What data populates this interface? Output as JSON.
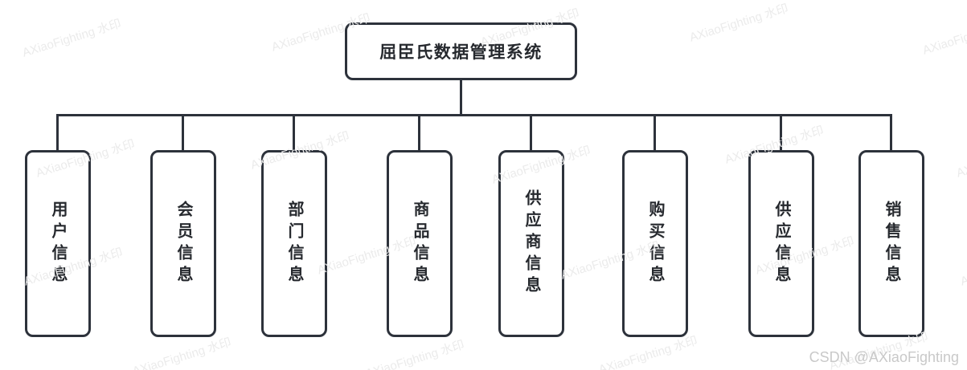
{
  "diagram": {
    "root": {
      "label": "屈臣氏数据管理系统"
    },
    "children": [
      {
        "label": "用户信息"
      },
      {
        "label": "会员信息"
      },
      {
        "label": "部门信息"
      },
      {
        "label": "商品信息"
      },
      {
        "label": "供应商信息"
      },
      {
        "label": "购买信息"
      },
      {
        "label": "供应信息"
      },
      {
        "label": "销售信息"
      }
    ]
  },
  "watermark": {
    "text": "AXiaoFighting 水印"
  },
  "credit": {
    "text": "CSDN @AXiaoFighting"
  },
  "colors": {
    "line": "#2d323b",
    "node_text": "#26292e",
    "watermark": "#ebebeb",
    "credit": "#c9c9c9",
    "background": "#ffffff"
  }
}
